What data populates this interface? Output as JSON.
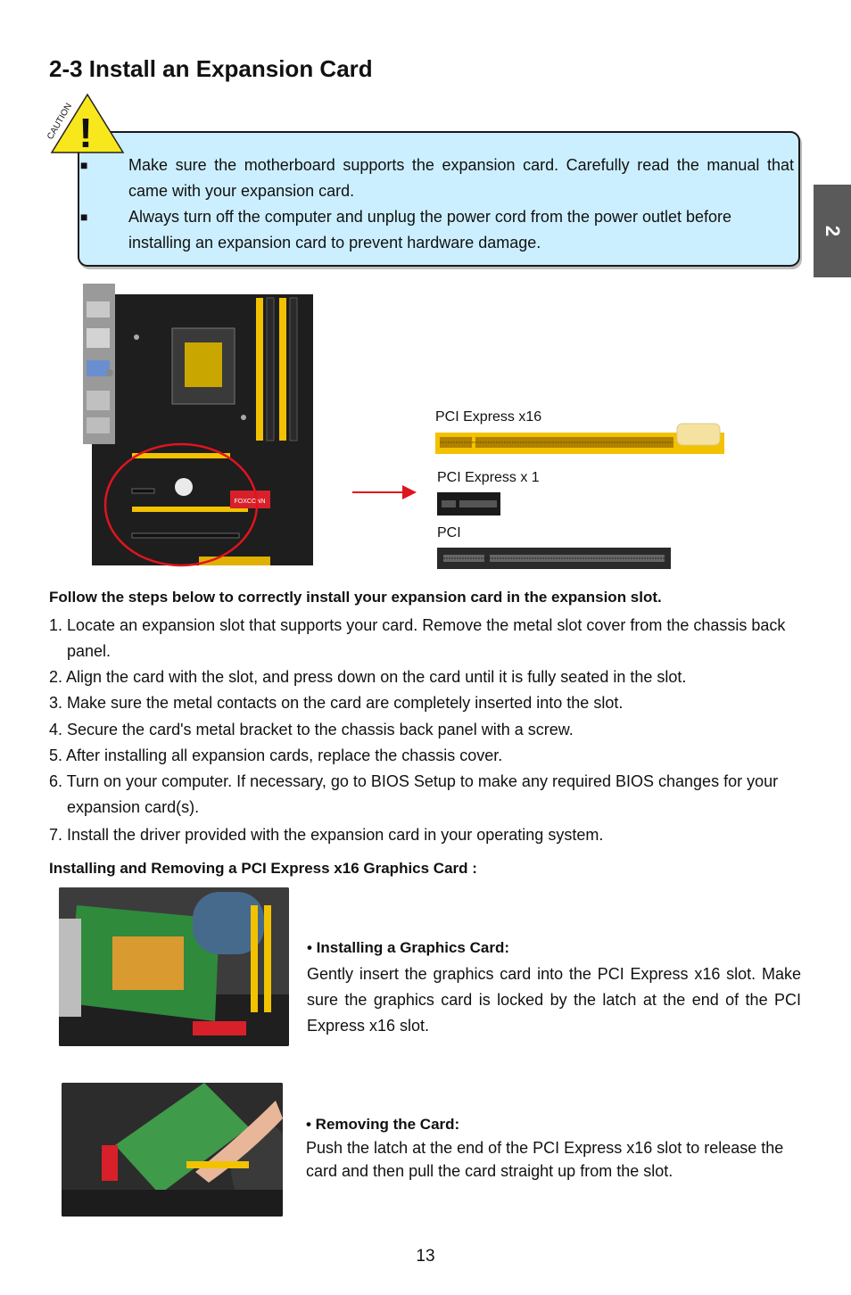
{
  "page": {
    "title": "2-3 Install an Expansion Card",
    "chapter_tab": "2",
    "page_number": "13"
  },
  "caution": {
    "icon_label": "CAUTION",
    "icon_mark": "!",
    "bullets": [
      "Make sure the motherboard supports the expansion card. Carefully read the manual that came with your expansion card.",
      "Always turn off the computer and unplug the power cord from the power outlet before installing an expansion card to prevent hardware damage."
    ],
    "bullet_glyph": "■"
  },
  "slots": {
    "pcie_x16": "PCI Express x16",
    "pcie_x1": "PCI Express x 1",
    "pci": "PCI",
    "board_brand": "FOXCONN"
  },
  "instructions": {
    "heading": "Follow the steps below to correctly install your expansion card in the expansion slot.",
    "steps": [
      "1. Locate an expansion slot that supports your card. Remove the metal slot cover from the chassis back panel.",
      "2. Align the card with the slot, and press down on the card until it is fully seated in the slot.",
      "3. Make sure the metal contacts on the card are completely inserted into the slot.",
      "4. Secure the card's metal bracket to the chassis back panel with a screw.",
      "5. After installing all expansion cards, replace the chassis cover.",
      "6. Turn on your computer. If necessary, go to BIOS Setup to make any required BIOS changes for your expansion card(s).",
      "7. Install the driver provided with the expansion card in your operating system."
    ]
  },
  "graphics": {
    "heading": "Installing and Removing a PCI Express x16 Graphics Card :",
    "install_title": "• Installing a Graphics Card:",
    "install_body": "Gently insert the graphics card into the PCI Express x16 slot. Make sure the graphics card is locked by the latch at the end of the PCI Express x16 slot.",
    "remove_title": "• Removing the Card:",
    "remove_body": "Push the latch at the end of the PCI Express x16 slot to release the card and then pull the card straight up from the slot."
  },
  "colors": {
    "caution_bg": "#ccefff",
    "slot_yellow": "#f2c200",
    "highlight_red": "#e0141e",
    "tab_gray": "#5a5a5a"
  }
}
